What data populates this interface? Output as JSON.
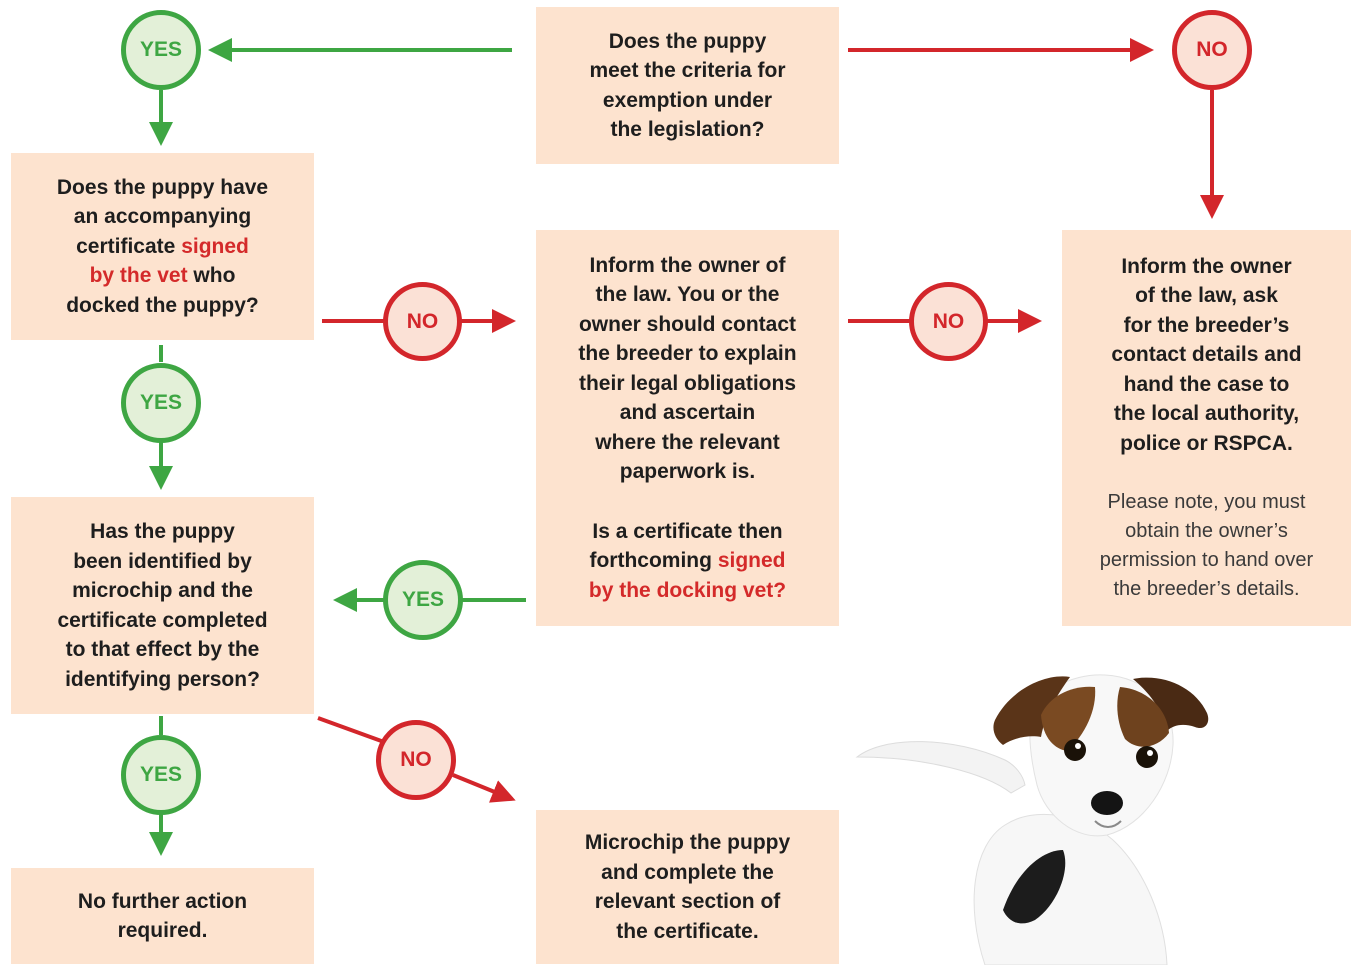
{
  "boxes": {
    "exemption_question": [
      "Does the puppy",
      "meet the criteria for",
      "exemption under",
      "the legislation?"
    ],
    "certificate_question": {
      "line1": "Does the puppy have",
      "line2": "an accompanying",
      "line3_pre": "certificate ",
      "line3_red": "signed",
      "line4_red": "by the vet",
      "line4_post": " who",
      "line5": "docked the puppy?"
    },
    "microchip_question": [
      "Has the puppy",
      "been identified by",
      "microchip and the",
      "certificate completed",
      "to that effect by the",
      "identifying person?"
    ],
    "no_further_action": [
      "No further action",
      "required."
    ],
    "inform_owner_contact": {
      "lines": [
        "Inform the owner of",
        "the law. You or the",
        "owner should contact",
        "the breeder to explain",
        "their legal obligations",
        "and ascertain",
        "where the relevant",
        "paperwork is."
      ],
      "followup_line1": "Is a certificate then",
      "followup_pre": "forthcoming ",
      "followup_red1": "signed",
      "followup_red2": "by the docking vet?"
    },
    "microchip_action": [
      "Microchip the puppy",
      "and complete the",
      "relevant section of",
      "the certificate."
    ],
    "inform_owner_authority": {
      "lines": [
        "Inform the owner",
        "of the law, ask",
        "for the breeder’s",
        "contact details and",
        "hand the case to",
        "the local authority,",
        "police or RSPCA."
      ],
      "note": [
        "Please note, you must",
        "obtain the owner’s",
        "permission to hand over",
        "the breeder’s details."
      ]
    }
  },
  "badges": {
    "yes_exempt": "YES",
    "no_exempt": "NO",
    "yes_certificate": "YES",
    "no_certificate": "NO",
    "no_certificate_forthcoming": "NO",
    "yes_certificate_forthcoming": "YES",
    "yes_microchip": "YES",
    "no_microchip": "NO"
  },
  "colors": {
    "box_fill": "#fde3cf",
    "yes_green": "#3ea643",
    "no_red": "#d3262b",
    "highlight_red": "#d42a2a"
  },
  "image": {
    "subject": "jack-russell-puppy"
  }
}
